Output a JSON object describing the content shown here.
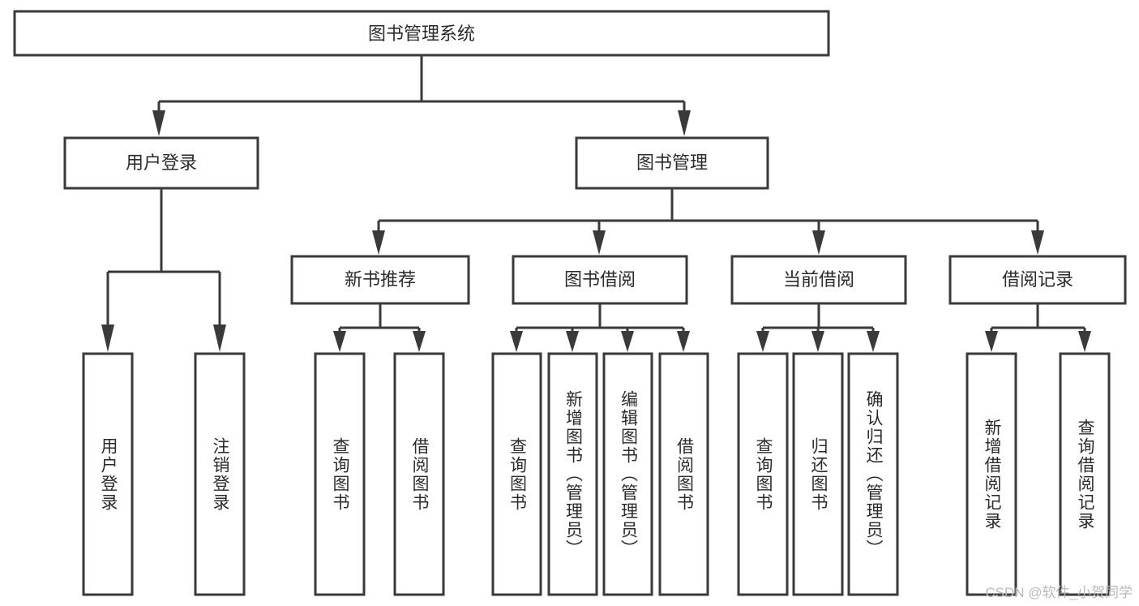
{
  "diagram": {
    "title": "图书管理系统",
    "watermark": "CSDN @软件_小贺同学",
    "colors": {
      "stroke": "#3a3a3a",
      "box_fill": "#ffffff",
      "text": "#2b2b2b",
      "background": "#ffffff",
      "watermark": "#b9b9b9"
    },
    "root": {
      "label": "图书管理系统"
    },
    "level2": [
      {
        "label": "用户登录"
      },
      {
        "label": "图书管理"
      }
    ],
    "level3": [
      {
        "label": "新书推荐"
      },
      {
        "label": "图书借阅"
      },
      {
        "label": "当前借阅"
      },
      {
        "label": "借阅记录"
      }
    ],
    "leaves": {
      "user_login": [
        {
          "label": "用户登录"
        },
        {
          "label": "注销登录"
        }
      ],
      "new_book": [
        {
          "label": "查询图书"
        },
        {
          "label": "借阅图书"
        }
      ],
      "book_borrow": [
        {
          "label": "查询图书"
        },
        {
          "label": "新增图书（管理员）"
        },
        {
          "label": "编辑图书（管理员）"
        },
        {
          "label": "借阅图书"
        }
      ],
      "current_borrow": [
        {
          "label": "查询图书"
        },
        {
          "label": "归还图书"
        },
        {
          "label": "确认归还（管理员）"
        }
      ],
      "borrow_record": [
        {
          "label": "新增借阅记录"
        },
        {
          "label": "查询借阅记录"
        }
      ]
    }
  }
}
